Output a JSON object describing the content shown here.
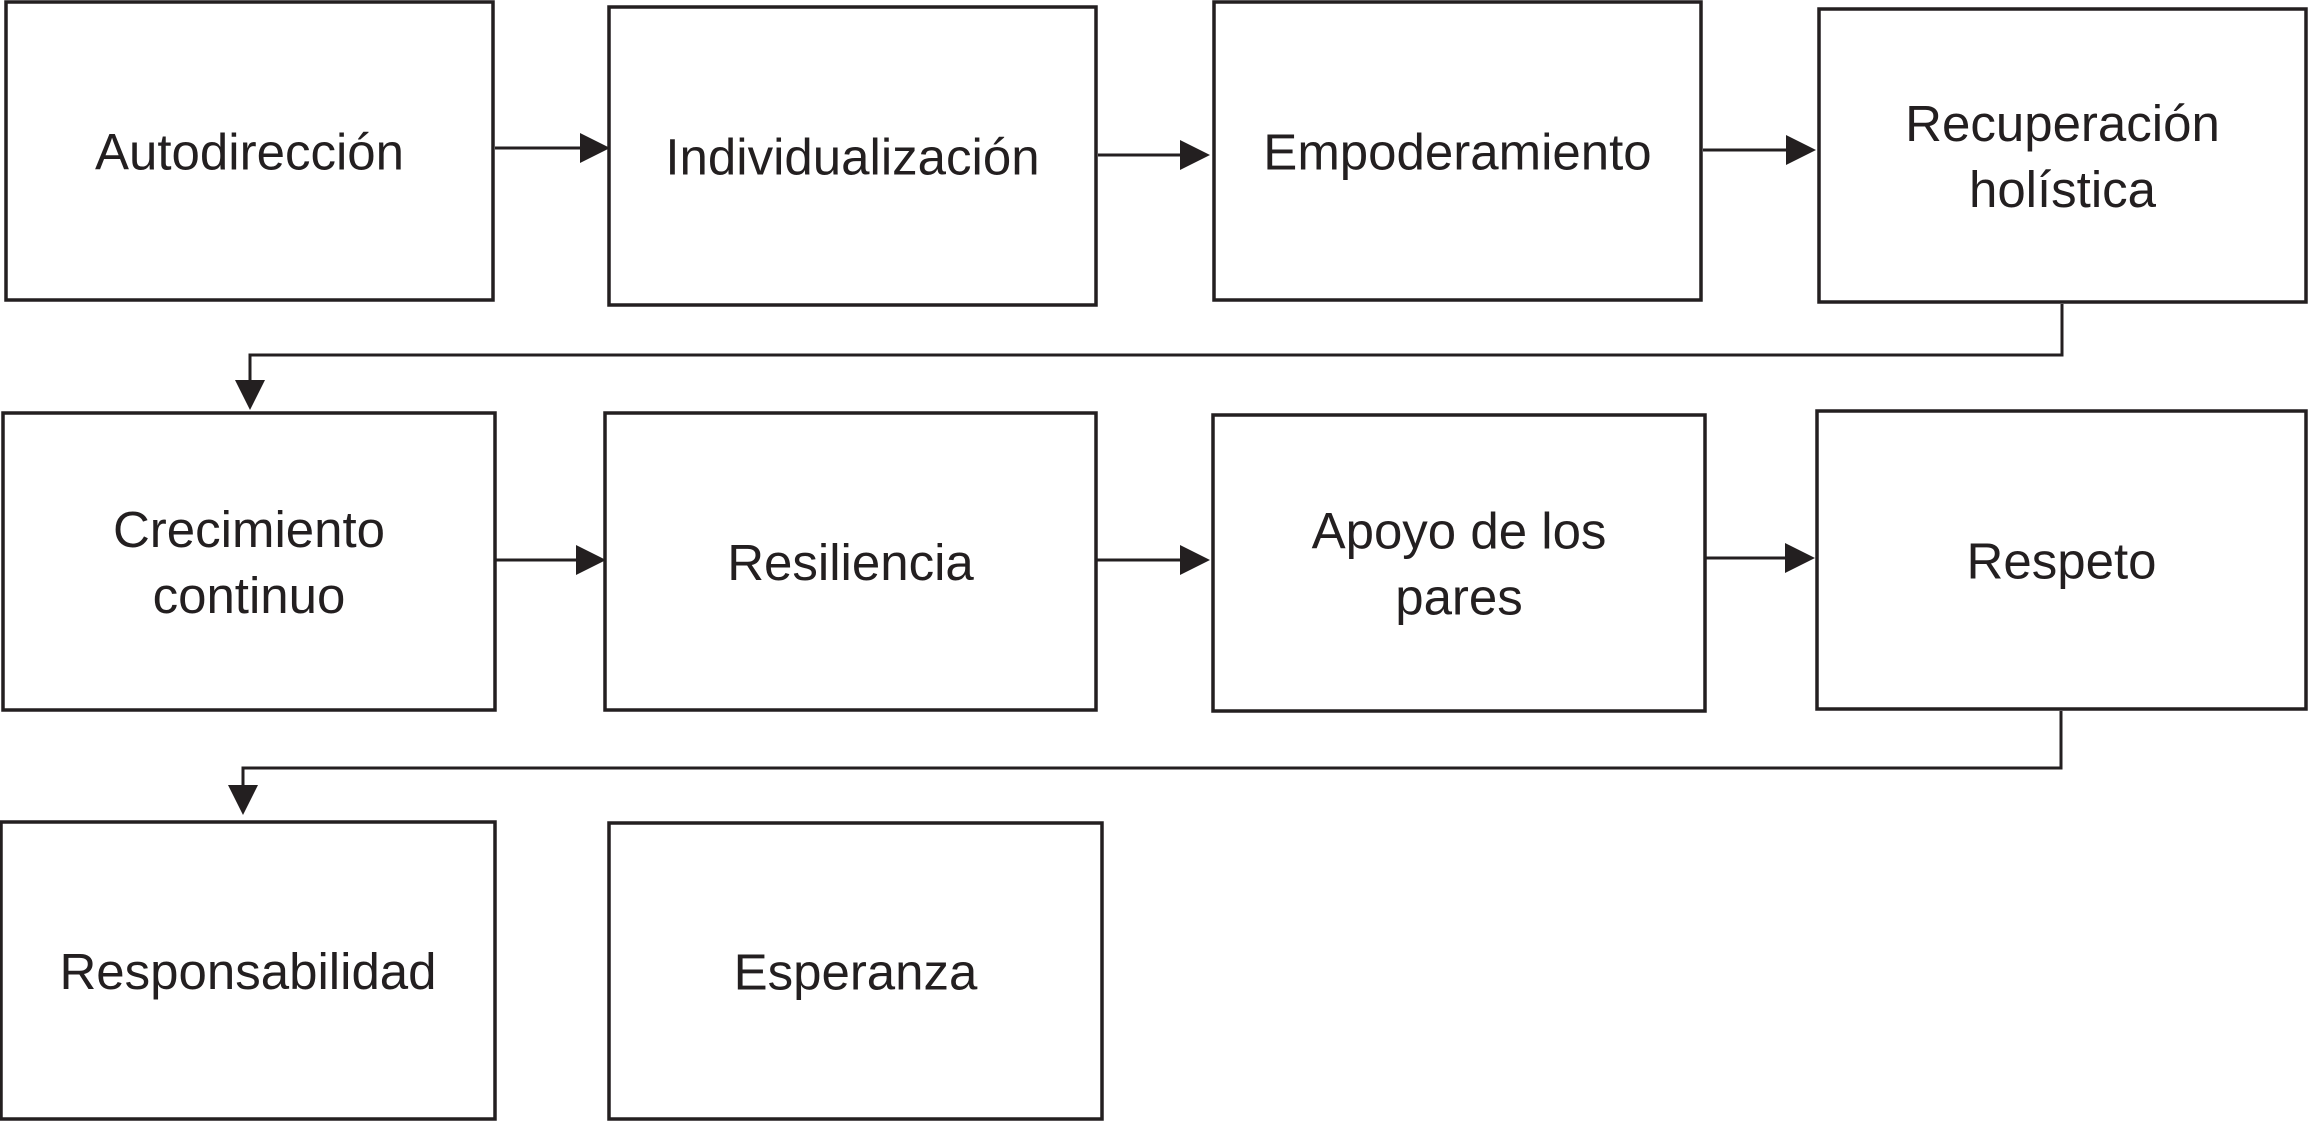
{
  "diagram": {
    "nodes": [
      {
        "id": "autodireccion",
        "lines": [
          "Autodirección"
        ]
      },
      {
        "id": "individualizacion",
        "lines": [
          "Individualización"
        ]
      },
      {
        "id": "empoderamiento",
        "lines": [
          "Empoderamiento"
        ]
      },
      {
        "id": "recuperacion-holistica",
        "lines": [
          "Recuperación",
          "holística"
        ]
      },
      {
        "id": "crecimiento-continuo",
        "lines": [
          "Crecimiento",
          "continuo"
        ]
      },
      {
        "id": "resiliencia",
        "lines": [
          "Resiliencia"
        ]
      },
      {
        "id": "apoyo-de-los-pares",
        "lines": [
          "Apoyo de los",
          "pares"
        ]
      },
      {
        "id": "respeto",
        "lines": [
          "Respeto"
        ]
      },
      {
        "id": "responsabilidad",
        "lines": [
          "Responsabilidad"
        ]
      },
      {
        "id": "esperanza",
        "lines": [
          "Esperanza"
        ]
      }
    ],
    "edges": [
      {
        "from": "autodireccion",
        "to": "individualizacion"
      },
      {
        "from": "individualizacion",
        "to": "empoderamiento"
      },
      {
        "from": "empoderamiento",
        "to": "recuperacion-holistica"
      },
      {
        "from": "recuperacion-holistica",
        "to": "crecimiento-continuo"
      },
      {
        "from": "crecimiento-continuo",
        "to": "resiliencia"
      },
      {
        "from": "resiliencia",
        "to": "apoyo-de-los-pares"
      },
      {
        "from": "apoyo-de-los-pares",
        "to": "respeto"
      },
      {
        "from": "respeto",
        "to": "responsabilidad"
      },
      {
        "from": "responsabilidad",
        "to": "esperanza"
      }
    ],
    "colors": {
      "stroke": "#231f20",
      "text": "#231f20",
      "background": "#ffffff"
    }
  }
}
